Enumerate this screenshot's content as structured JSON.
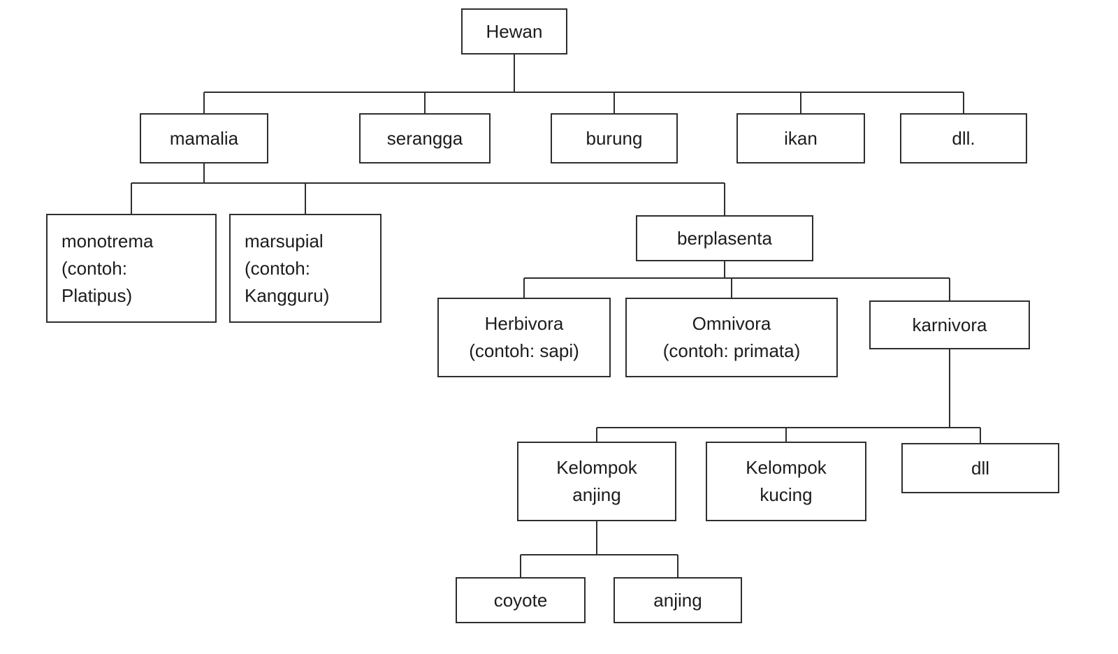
{
  "diagram": {
    "type": "tree",
    "background_color": "#ffffff",
    "line_color": "#2e2e2e",
    "box_border_color": "#2e2e2e",
    "text_color": "#1c1c1c",
    "nodes": {
      "hewan": {
        "label": "Hewan"
      },
      "mamalia": {
        "label": "mamalia"
      },
      "serangga": {
        "label": "serangga"
      },
      "burung": {
        "label": "burung"
      },
      "ikan": {
        "label": "ikan"
      },
      "dll_hewan": {
        "label": "dll."
      },
      "monotrema": {
        "label": "monotrema\n(contoh:\nPlatipus)"
      },
      "marsupial": {
        "label": "marsupial\n(contoh:\nKangguru)"
      },
      "berplasenta": {
        "label": "berplasenta"
      },
      "herbivora": {
        "label": "Herbivora\n(contoh: sapi)"
      },
      "omnivora": {
        "label": "Omnivora\n(contoh: primata)"
      },
      "karnivora": {
        "label": "karnivora"
      },
      "kelompok_anjing": {
        "label": "Kelompok\nanjing"
      },
      "kelompok_kucing": {
        "label": "Kelompok\nkucing"
      },
      "dll_karnivora": {
        "label": "dll"
      },
      "coyote": {
        "label": "coyote"
      },
      "anjing": {
        "label": "anjing"
      }
    },
    "hierarchy": {
      "Hewan": [
        "mamalia",
        "serangga",
        "burung",
        "ikan",
        "dll."
      ],
      "mamalia": [
        "monotrema (contoh: Platipus)",
        "marsupial (contoh: Kangguru)",
        "berplasenta"
      ],
      "berplasenta": [
        "Herbivora (contoh: sapi)",
        "Omnivora (contoh: primata)",
        "karnivora"
      ],
      "karnivora": [
        "Kelompok anjing",
        "Kelompok kucing",
        "dll"
      ],
      "Kelompok anjing": [
        "coyote",
        "anjing"
      ]
    }
  }
}
